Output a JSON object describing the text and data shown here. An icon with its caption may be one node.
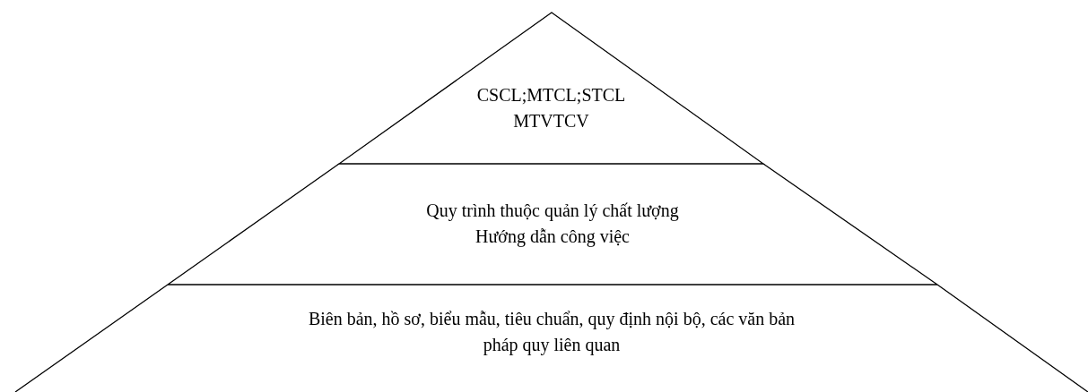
{
  "diagram": {
    "nodes": [
      {
        "text": [
          "CSCL;MTCL;STCL",
          "MTVTCV"
        ]
      },
      {
        "text": [
          "Quy trình thuộc quản lý chất lượng",
          "Hướng dẫn công việc"
        ]
      },
      {
        "text": [
          "Biên bản, hồ sơ, biểu mẫu, tiêu chuẩn, quy định nội bộ, các văn bản pháp quy liên quan"
        ]
      }
    ],
    "edges": []
  }
}
